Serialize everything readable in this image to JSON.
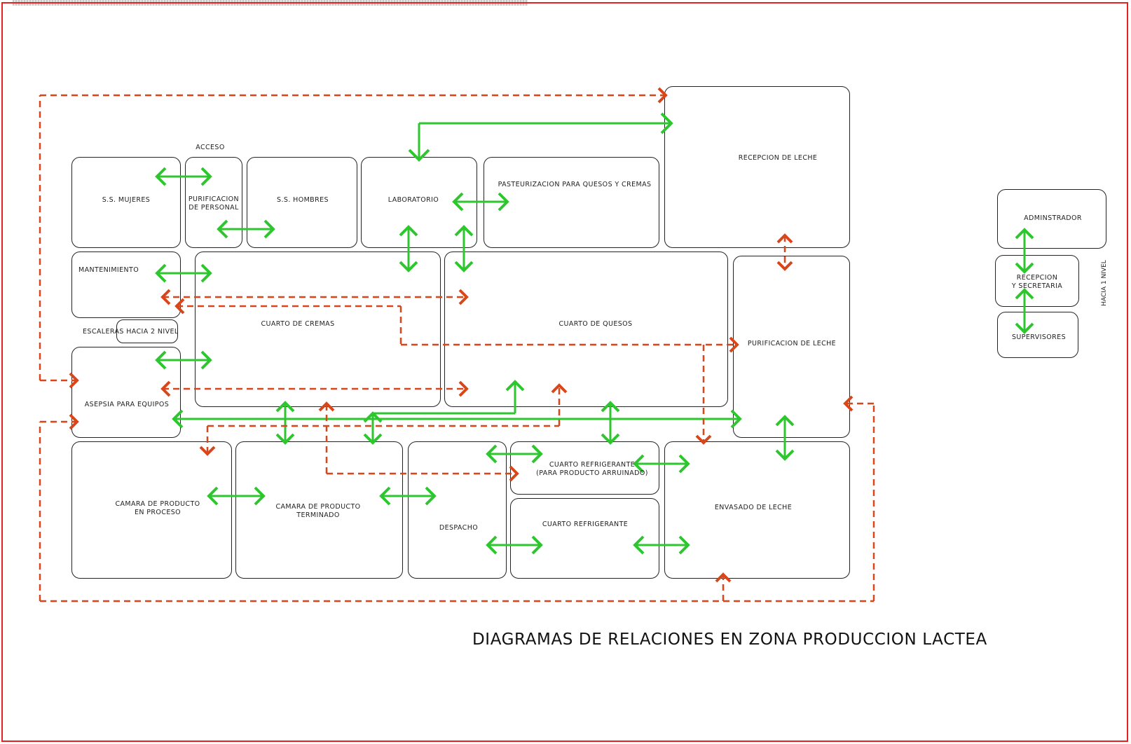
{
  "title": "DIAGRAMAS DE RELACIONES EN ZONA PRODUCCION LACTEA",
  "colors": {
    "frame": "#e32222",
    "green_relation": "#2ec62e",
    "red_relation": "#d9461a",
    "room_outline": "#222222"
  },
  "legend": {
    "green_relation": "solid double-headed green arrows",
    "red_relation": "dashed orange-red arrows"
  },
  "rooms": {
    "acceso": "ACCESO",
    "ss_mujeres": "S.S. MUJERES",
    "purificacion_personal": "PURIFICACION\nDE PERSONAL",
    "ss_hombres": "S.S. HOMBRES",
    "laboratorio": "LABORATORIO",
    "pasteurizacion": "PASTEURIZACION PARA QUESOS Y CREMAS",
    "recepcion_leche": "RECEPCION DE LECHE",
    "mantenimiento": "MANTENIMIENTO",
    "escaleras": "ESCALERAS HACIA 2 NIVEL",
    "cuarto_cremas": "CUARTO DE CREMAS",
    "cuarto_quesos": "CUARTO DE QUESOS",
    "purificacion_leche": "PURIFICACION DE LECHE",
    "asepsia": "ASEPSIA PARA EQUIPOS",
    "camara_proceso": "CAMARA DE PRODUCTO\nEN PROCESO",
    "camara_terminado": "CAMARA DE PRODUCTO\nTERMINADO",
    "despacho": "DESPACHO",
    "refrigerante_arruinado": "CUARTO REFRIGERANTE\n(PARA PRODUCTO ARRUINADO)",
    "refrigerante": "CUARTO REFRIGERANTE",
    "envasado": "ENVASADO DE LECHE",
    "adminstrador": "ADMINSTRADOR",
    "recepcion_secretaria": "RECEPCION\nY SECRETARIA",
    "supervisores": "SUPERVISORES",
    "hacia_nivel": "HACIA 1 NIVEL"
  }
}
